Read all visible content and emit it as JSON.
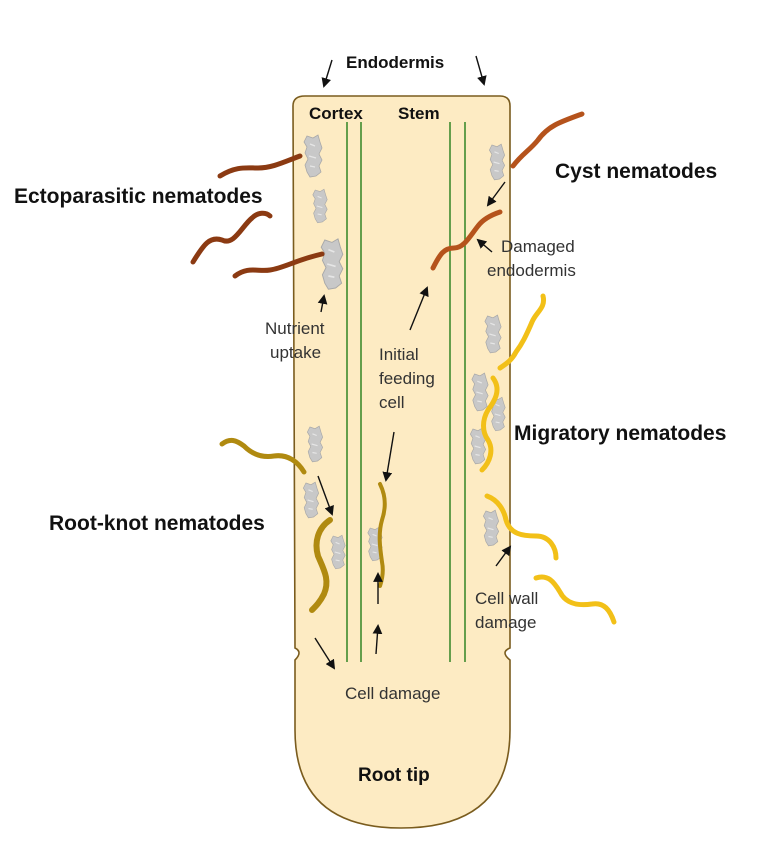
{
  "labels": {
    "endodermis": "Endodermis",
    "cortex": "Cortex",
    "stem": "Stem",
    "ectoparasitic": "Ectoparasitic nematodes",
    "cyst": "Cyst nematodes",
    "damaged_endodermis_line1": "Damaged",
    "damaged_endodermis_line2": "endodermis",
    "nutrient_line1": "Nutrient",
    "nutrient_line2": "uptake",
    "initial_line1": "Initial",
    "initial_line2": "feeding",
    "initial_line3": "cell",
    "migratory": "Migratory nematodes",
    "root_knot": "Root-knot nematodes",
    "cell_wall_line1": "Cell wall",
    "cell_wall_line2": "damage",
    "cell_damage": "Cell damage",
    "root_tip": "Root tip"
  },
  "colors": {
    "root_fill": "#fdebc3",
    "root_outline": "#7a5c1e",
    "vascular_line": "#3f8a2e",
    "ectoparasitic_worm": "#8b3a12",
    "cyst_worm": "#b5531c",
    "root_knot_worm": "#b08a10",
    "migratory_worm": "#f2c018",
    "damaged_cell": "#c8c8c8"
  },
  "icons": {
    "damaged_cell": "damaged-cell-icon",
    "nematode": "nematode-icon"
  }
}
